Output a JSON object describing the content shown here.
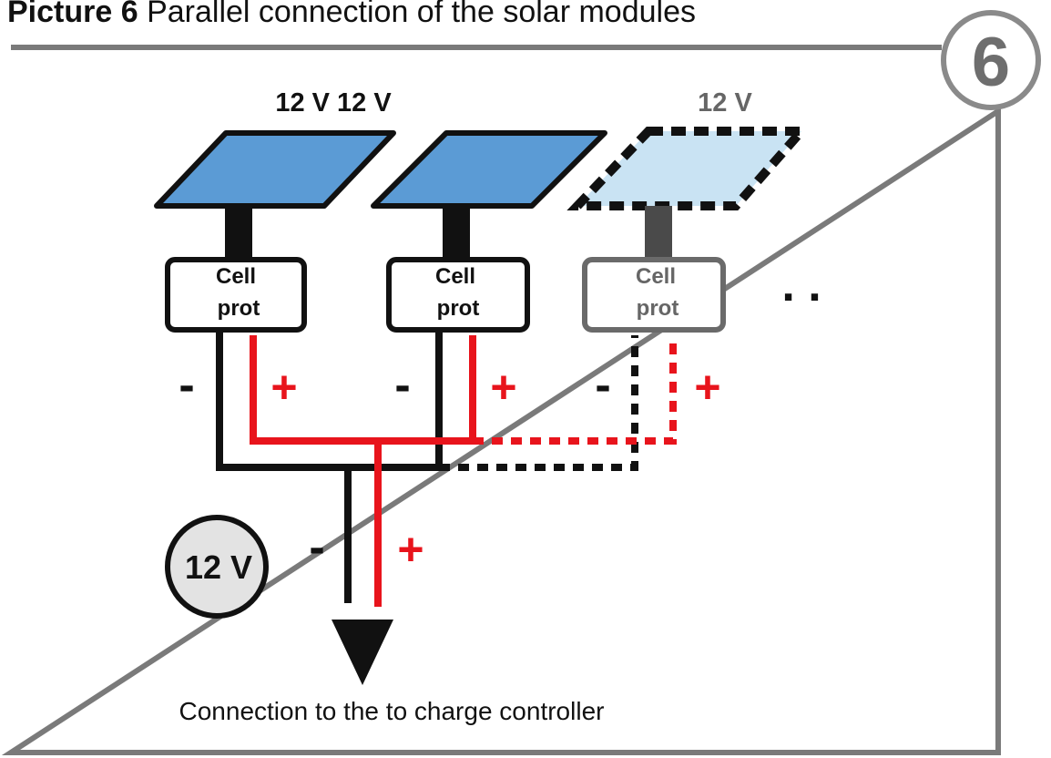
{
  "caption": {
    "prefix": "Picture 6",
    "text": " Parallel connection of the solar modules"
  },
  "badge_number": "6",
  "modules": [
    {
      "voltage_label": "",
      "protector_line1": "Cell",
      "protector_line2": "prot",
      "minus": "-",
      "plus": "+",
      "style": "solid"
    },
    {
      "voltage_label": "",
      "protector_line1": "Cell",
      "protector_line2": "prot",
      "minus": "-",
      "plus": "+",
      "style": "solid"
    },
    {
      "voltage_label": "12 V",
      "protector_line1": "Cell",
      "protector_line2": "prot",
      "minus": "-",
      "plus": "+",
      "style": "optional"
    }
  ],
  "top_voltage_label": "12 V 12 V",
  "continuation": ". .",
  "battery_label": "12 V",
  "output_minus": "-",
  "output_plus": "+",
  "bottom_caption": "Connection to the to charge controller",
  "colors": {
    "panel": "#5b9bd5",
    "panel_optional": "#c9e3f3",
    "positive_wire": "#e8141c",
    "negative_wire": "#111111",
    "frame": "#7a7a7a",
    "battery_fill": "#e3e3e3",
    "optional_text": "#666666"
  }
}
